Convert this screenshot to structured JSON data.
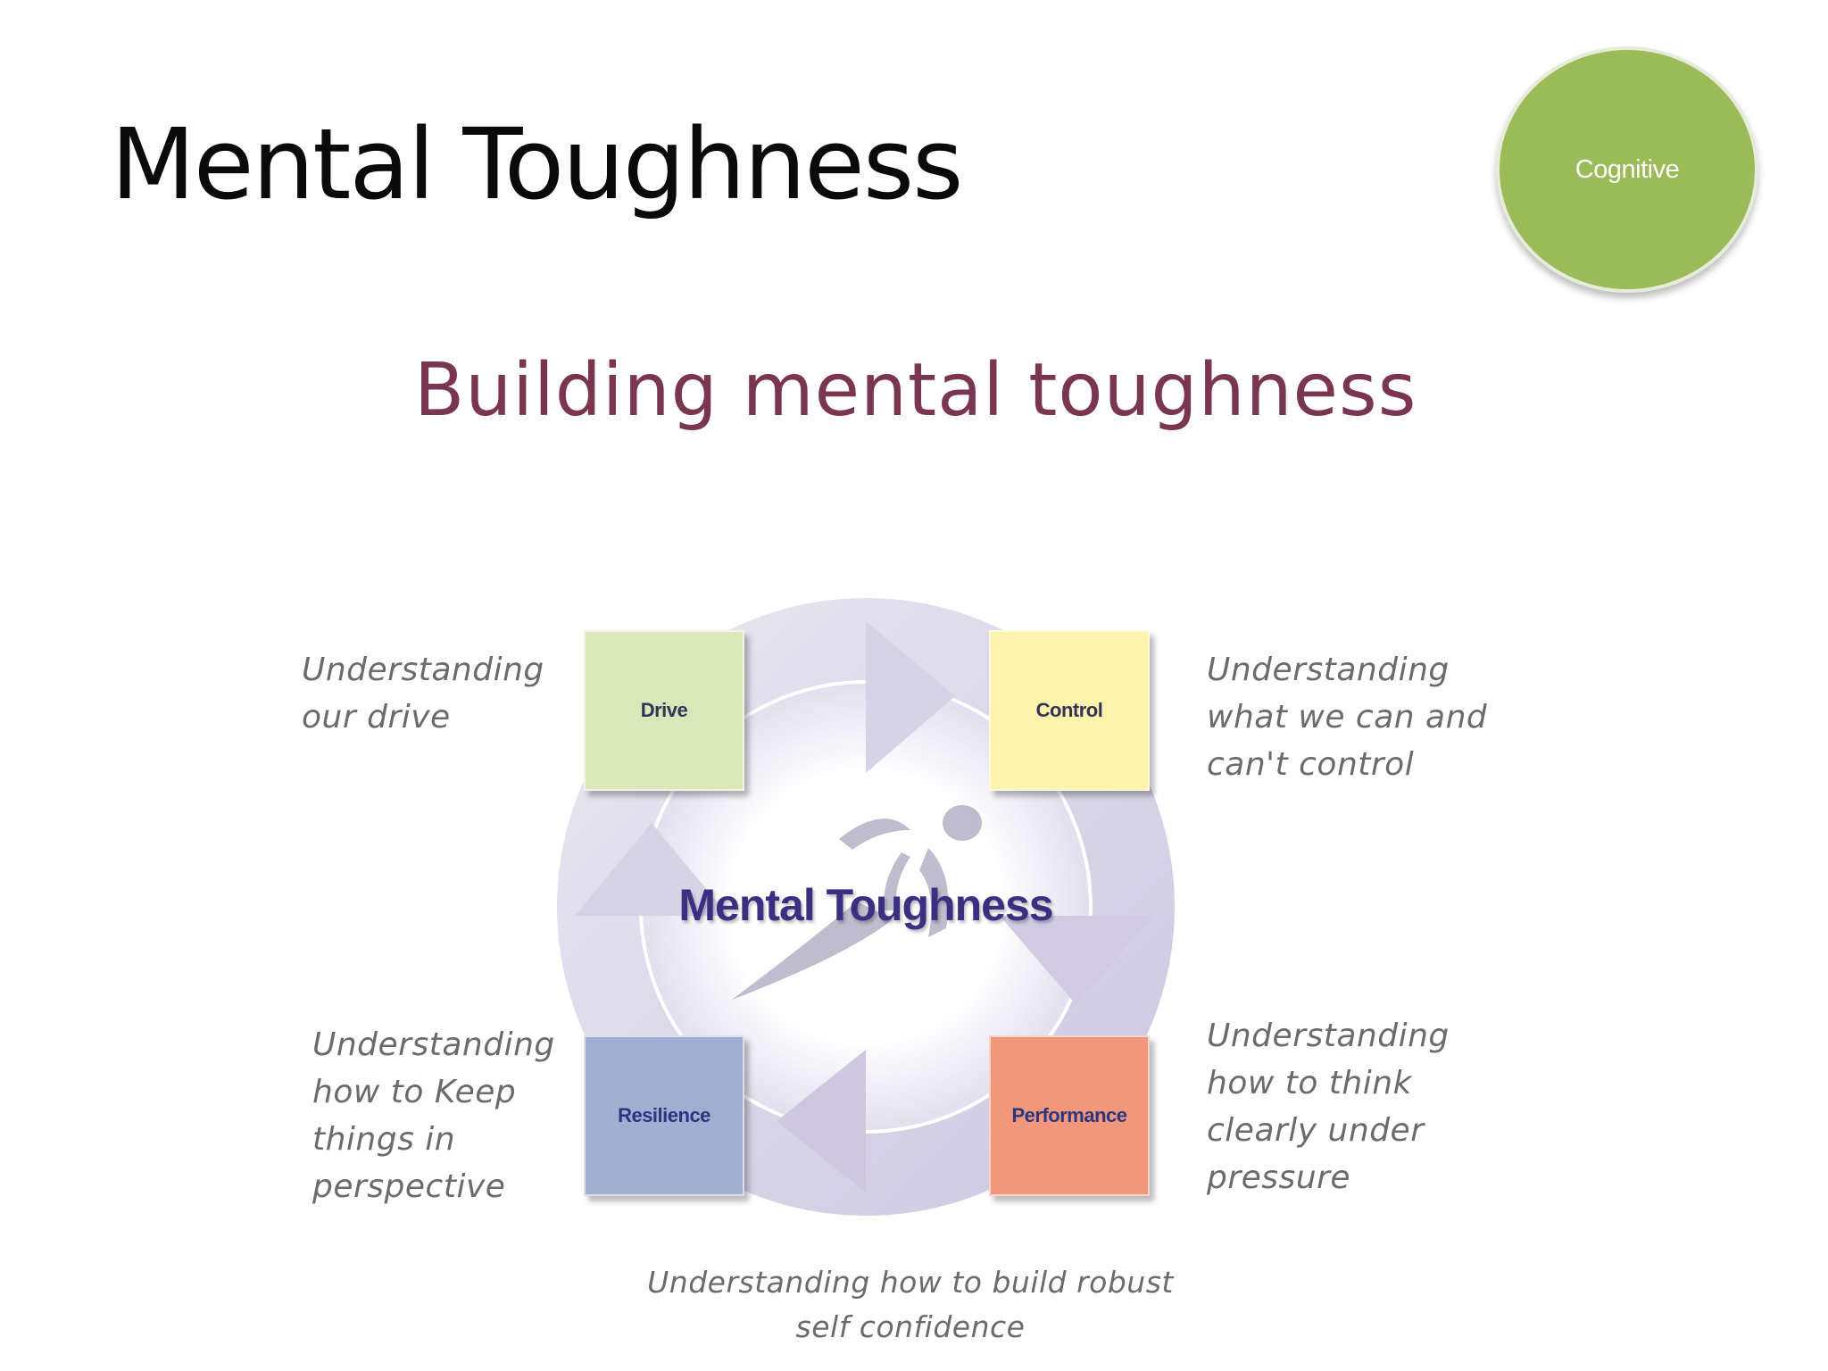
{
  "slide": {
    "title": "Mental Toughness",
    "badge": {
      "label": "Cognitive",
      "color": "#9bbb59"
    }
  },
  "diagram": {
    "heading": "Building mental toughness",
    "center_label": "Mental Toughness",
    "boxes": {
      "drive": {
        "label": "Drive",
        "color": "#d9e8b8"
      },
      "control": {
        "label": "Control",
        "color": "#fcf3ad"
      },
      "resilience": {
        "label": "Resilience",
        "color": "#9faed1"
      },
      "performance": {
        "label": "Performance",
        "color": "#f2977c"
      }
    },
    "notes": {
      "drive": "Understanding\nour drive",
      "control": "Understanding\nwhat we can and\ncan't control",
      "resilience": "Understanding\nhow to Keep\nthings in\nperspective",
      "performance": "Understanding\nhow to think\nclearly under\npressure",
      "confidence": "Understanding how to build robust\nself confidence"
    },
    "arrow_color": "#d3cfe3"
  }
}
